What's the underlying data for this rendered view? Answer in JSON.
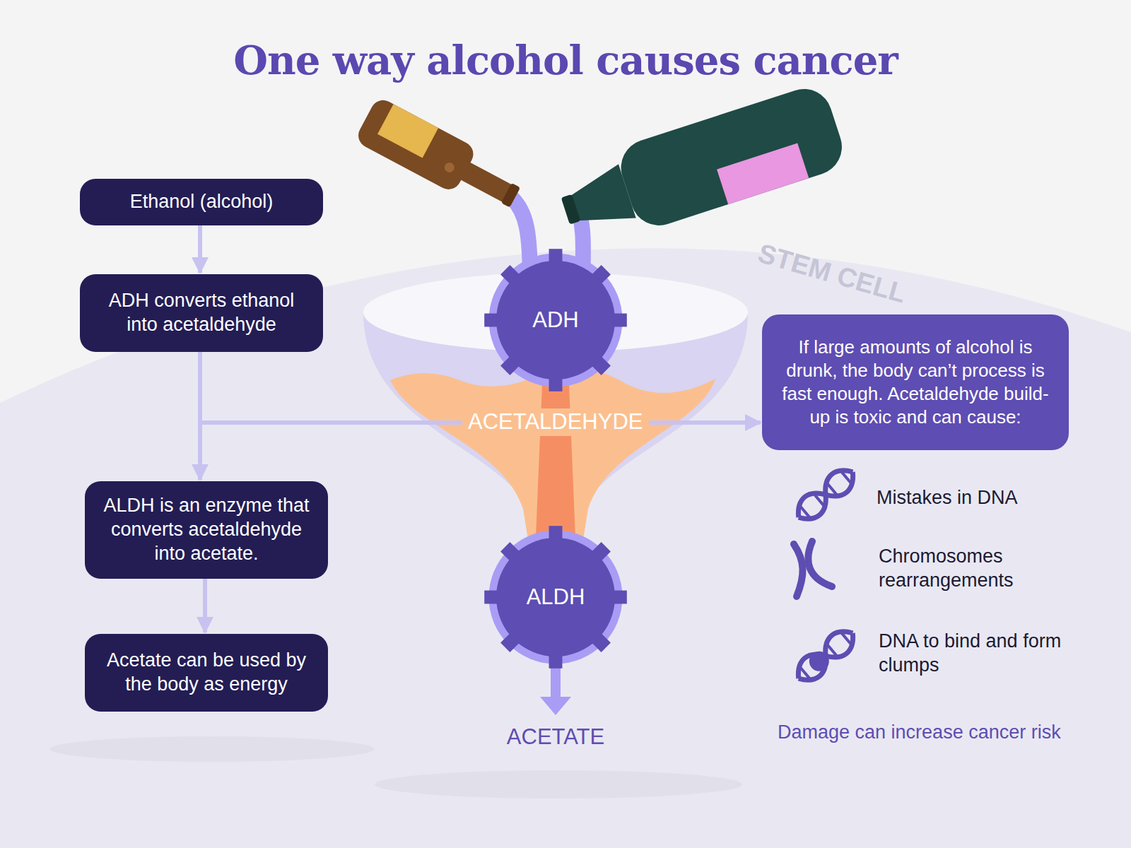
{
  "diagram": {
    "title": "One way alcohol causes cancer",
    "nodes": [
      {
        "text": [
          "Ethanol (alcohol)"
        ]
      },
      {
        "text": [
          "ADH converts ethanol into acetaldehyde"
        ]
      },
      {
        "text": [
          "ALDH is an enzyme that converts acetaldehyde into acetate."
        ]
      },
      {
        "text": [
          "Acetate can be used by the body as energy"
        ]
      },
      {
        "text": [
          "ADH"
        ]
      },
      {
        "text": [
          "ALDH"
        ]
      },
      {
        "text": [
          "If large amounts of alcohol is drunk, the body can’t process is fast enough. Acetaldehyde build-up is toxic and can cause:"
        ]
      }
    ],
    "edges": [
      {
        "from": 0,
        "to": 1,
        "arrow": "to"
      },
      {
        "from": 1,
        "to": 2,
        "arrow": "to"
      },
      {
        "from": 2,
        "to": 3,
        "arrow": "to"
      },
      {
        "from": 1,
        "to": 6,
        "arrow": "to"
      }
    ],
    "labels": [
      "STEM CELL",
      "ACETALDEHYDE",
      "ACETATE",
      "Mistakes in DNA",
      "Chromosomes rearrangements",
      "DNA to bind and form clumps",
      "Damage can increase cancer risk"
    ]
  }
}
